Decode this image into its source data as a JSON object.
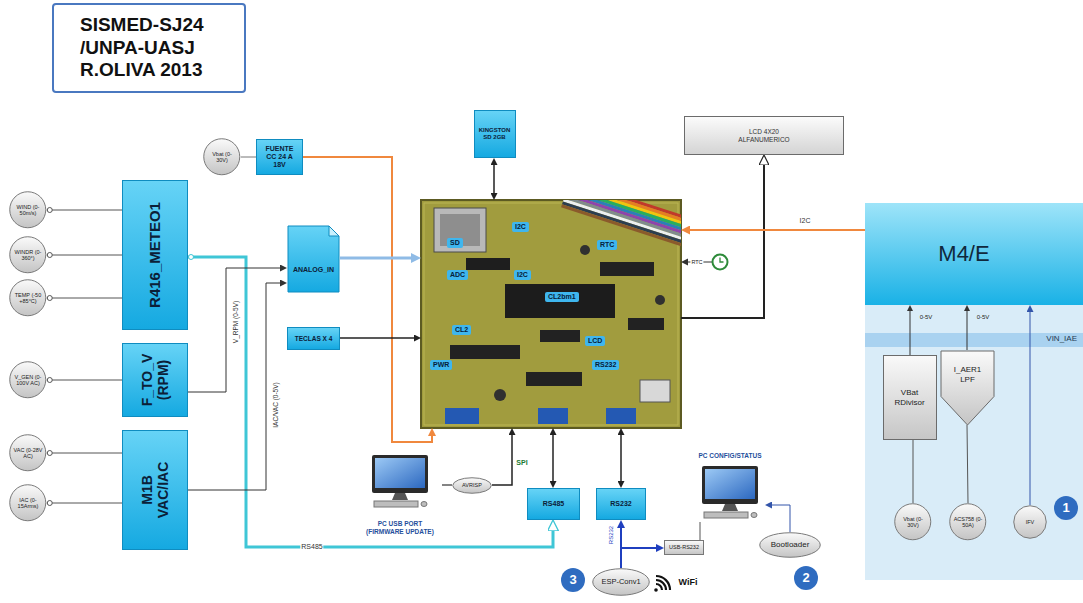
{
  "diagram": {
    "title": "SISMED-SJ24 /UNPA-UASJ R.OLIVA 2013",
    "nodes": [
      {
        "text": [
          "Vbat (0-30V)"
        ]
      },
      {
        "text": [
          "FUENTE CC 24 A 18V"
        ]
      },
      {
        "text": [
          "KINGSTON SD 2GB"
        ]
      },
      {
        "text": [
          "LCD 4X20 ALFANUMERICO"
        ]
      },
      {
        "text": [
          "WIND (0-50m/s)"
        ]
      },
      {
        "text": [
          "WINDR (0-360°)"
        ]
      },
      {
        "text": [
          "TEMP (-50 +85°C)"
        ]
      },
      {
        "text": [
          "R416_METEO1"
        ]
      },
      {
        "text": [
          "ANALOG_IN"
        ]
      },
      {
        "text": [
          "SD",
          "I2C",
          "RTC",
          "ADC",
          "I2C",
          "CL2bm1",
          "CL2",
          "LCD",
          "PWR",
          "RS232"
        ]
      },
      {
        "text": [
          "TECLAS X 4"
        ]
      },
      {
        "text": [
          "M4/E"
        ]
      },
      {
        "text": [
          "VIN_IAE"
        ]
      },
      {
        "text": [
          "VBat RDivisor"
        ],
        "in": 12
      },
      {
        "text": [
          "I_AER1 LPF"
        ],
        "in": 12
      },
      {
        "text": [
          "Vbat (0-30V)"
        ],
        "in": 12
      },
      {
        "text": [
          "ACS758 (0-50A)"
        ],
        "in": 12
      },
      {
        "text": [
          "IFV"
        ],
        "in": 12
      },
      {
        "text": [
          "V_GEN (0-100V AC)"
        ]
      },
      {
        "text": [
          "F_TO_V (RPM)"
        ]
      },
      {
        "text": [
          "VAC (0-28V AC)"
        ]
      },
      {
        "text": [
          "IAC (0-15Arms)"
        ]
      },
      {
        "text": [
          "M1B VAC/IAC"
        ]
      },
      {
        "text": [
          "PC USB PORT (FIRMWARE UPDATE)"
        ]
      },
      {
        "text": [
          "AVRISP"
        ]
      },
      {
        "text": [
          "RS485"
        ]
      },
      {
        "text": [
          "RS232"
        ]
      },
      {
        "text": [
          "PC CONFIG/STATUS"
        ]
      },
      {
        "text": [
          "USB-RS232"
        ]
      },
      {
        "text": [
          "Bootloader"
        ]
      },
      {
        "text": [
          "ESP-Conv1"
        ]
      }
    ],
    "edges": [
      {
        "from": 0,
        "to": 1,
        "arrow": "none"
      },
      {
        "from": 1,
        "to": 9,
        "arrow": "to"
      },
      {
        "from": 2,
        "to": 9,
        "arrow": "both"
      },
      {
        "from": 9,
        "to": 3,
        "arrow": "to"
      },
      {
        "from": 11,
        "to": 9,
        "arrow": "to",
        "label": "I2C"
      },
      {
        "from": 4,
        "to": 7,
        "arrow": "none"
      },
      {
        "from": 5,
        "to": 7,
        "arrow": "none"
      },
      {
        "from": 6,
        "to": 7,
        "arrow": "none"
      },
      {
        "from": 7,
        "to": 25,
        "arrow": "to",
        "label": "RS485"
      },
      {
        "from": 8,
        "to": 9,
        "arrow": "to"
      },
      {
        "from": 10,
        "to": 9,
        "arrow": "to"
      },
      {
        "from": 18,
        "to": 19,
        "arrow": "none"
      },
      {
        "from": 19,
        "to": 8,
        "arrow": "to",
        "label": "V_RPM (0-5V)"
      },
      {
        "from": 20,
        "to": 22,
        "arrow": "none"
      },
      {
        "from": 21,
        "to": 22,
        "arrow": "none"
      },
      {
        "from": 22,
        "to": 8,
        "arrow": "to",
        "label": "IAC/VAC (0-5V)"
      },
      {
        "from": 23,
        "to": 24,
        "arrow": "none"
      },
      {
        "from": 24,
        "to": 9,
        "arrow": "to",
        "label": "SPI"
      },
      {
        "from": 9,
        "to": 25,
        "arrow": "both"
      },
      {
        "from": 9,
        "to": 26,
        "arrow": "both"
      },
      {
        "from": 30,
        "to": 26,
        "arrow": "to",
        "label": "RS232"
      },
      {
        "from": 30,
        "to": 28,
        "arrow": "to"
      },
      {
        "from": 28,
        "to": 27,
        "arrow": "none"
      },
      {
        "from": 29,
        "to": 27,
        "arrow": "to"
      },
      {
        "from": 13,
        "to": 11,
        "arrow": "to",
        "label": "0-5V"
      },
      {
        "from": 14,
        "to": 11,
        "arrow": "to",
        "label": "0-5V"
      },
      {
        "from": 17,
        "to": 11,
        "arrow": "to"
      },
      {
        "from": 15,
        "to": 13,
        "arrow": "none"
      },
      {
        "from": 16,
        "to": 14,
        "arrow": "none"
      }
    ],
    "labels": [
      "RTC",
      "1",
      "2",
      "3",
      "WiFi"
    ]
  }
}
